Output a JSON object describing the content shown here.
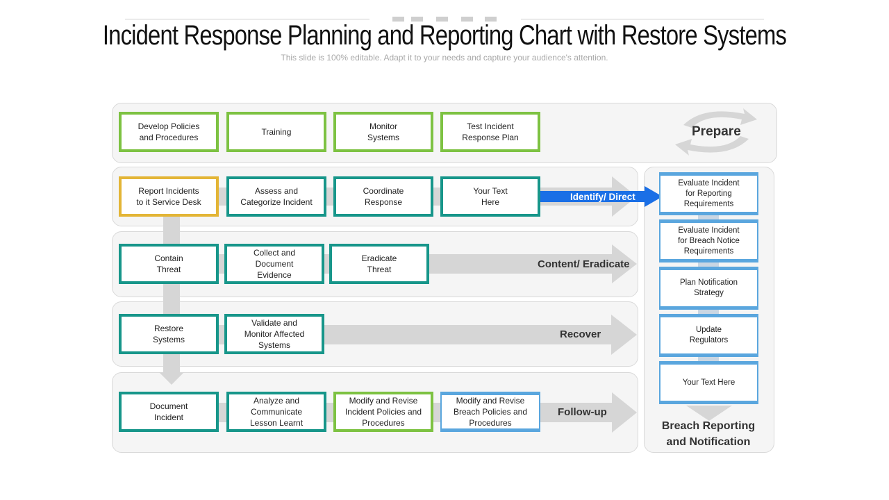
{
  "header": {
    "title": "Incident Response Planning and Reporting Chart with Restore Systems",
    "subtitle": "This slide is 100% editable. Adapt it to your needs and capture your audience's attention."
  },
  "prepare": {
    "label": "Prepare",
    "items": [
      "Develop Policies\nand Procedures",
      "Training",
      "Monitor\nSystems",
      "Test Incident\nResponse  Plan"
    ]
  },
  "identify": {
    "label": "Identify/ Direct",
    "items": [
      "Report Incidents\nto it Service Desk",
      "Assess and\nCategorize Incident",
      "Coordinate\nResponse",
      "Your Text\nHere"
    ]
  },
  "contain": {
    "label": "Content/ Eradicate",
    "items": [
      "Contain\nThreat",
      "Collect and\nDocument\nEvidence",
      "Eradicate\nThreat"
    ]
  },
  "recover": {
    "label": "Recover",
    "items": [
      "Restore\nSystems",
      "Validate and\nMonitor Affected\nSystems"
    ]
  },
  "followup": {
    "label": "Follow-up",
    "items": [
      "Document\nIncident",
      "Analyze and\nCommunicate\nLesson  Learnt",
      "Modify and Revise\nIncident Policies and\nProcedures",
      "Modify and Revise\nBreach Policies and\nProcedures"
    ]
  },
  "breach": {
    "label": "Breach Reporting\nand Notification",
    "items": [
      "Evaluate Incident\nfor Reporting\nRequirements",
      "Evaluate Incident\nfor Breach Notice\nRequirements",
      "Plan Notification\nStrategy",
      "Update\nRegulators",
      "Your Text Here"
    ]
  },
  "colors": {
    "green": "#7dc242",
    "teal": "#17968a",
    "gold": "#e3b536",
    "blue": "#5aa6de",
    "highlight_arrow": "#1a6fe6",
    "arrow_gray": "#d6d6d6"
  }
}
